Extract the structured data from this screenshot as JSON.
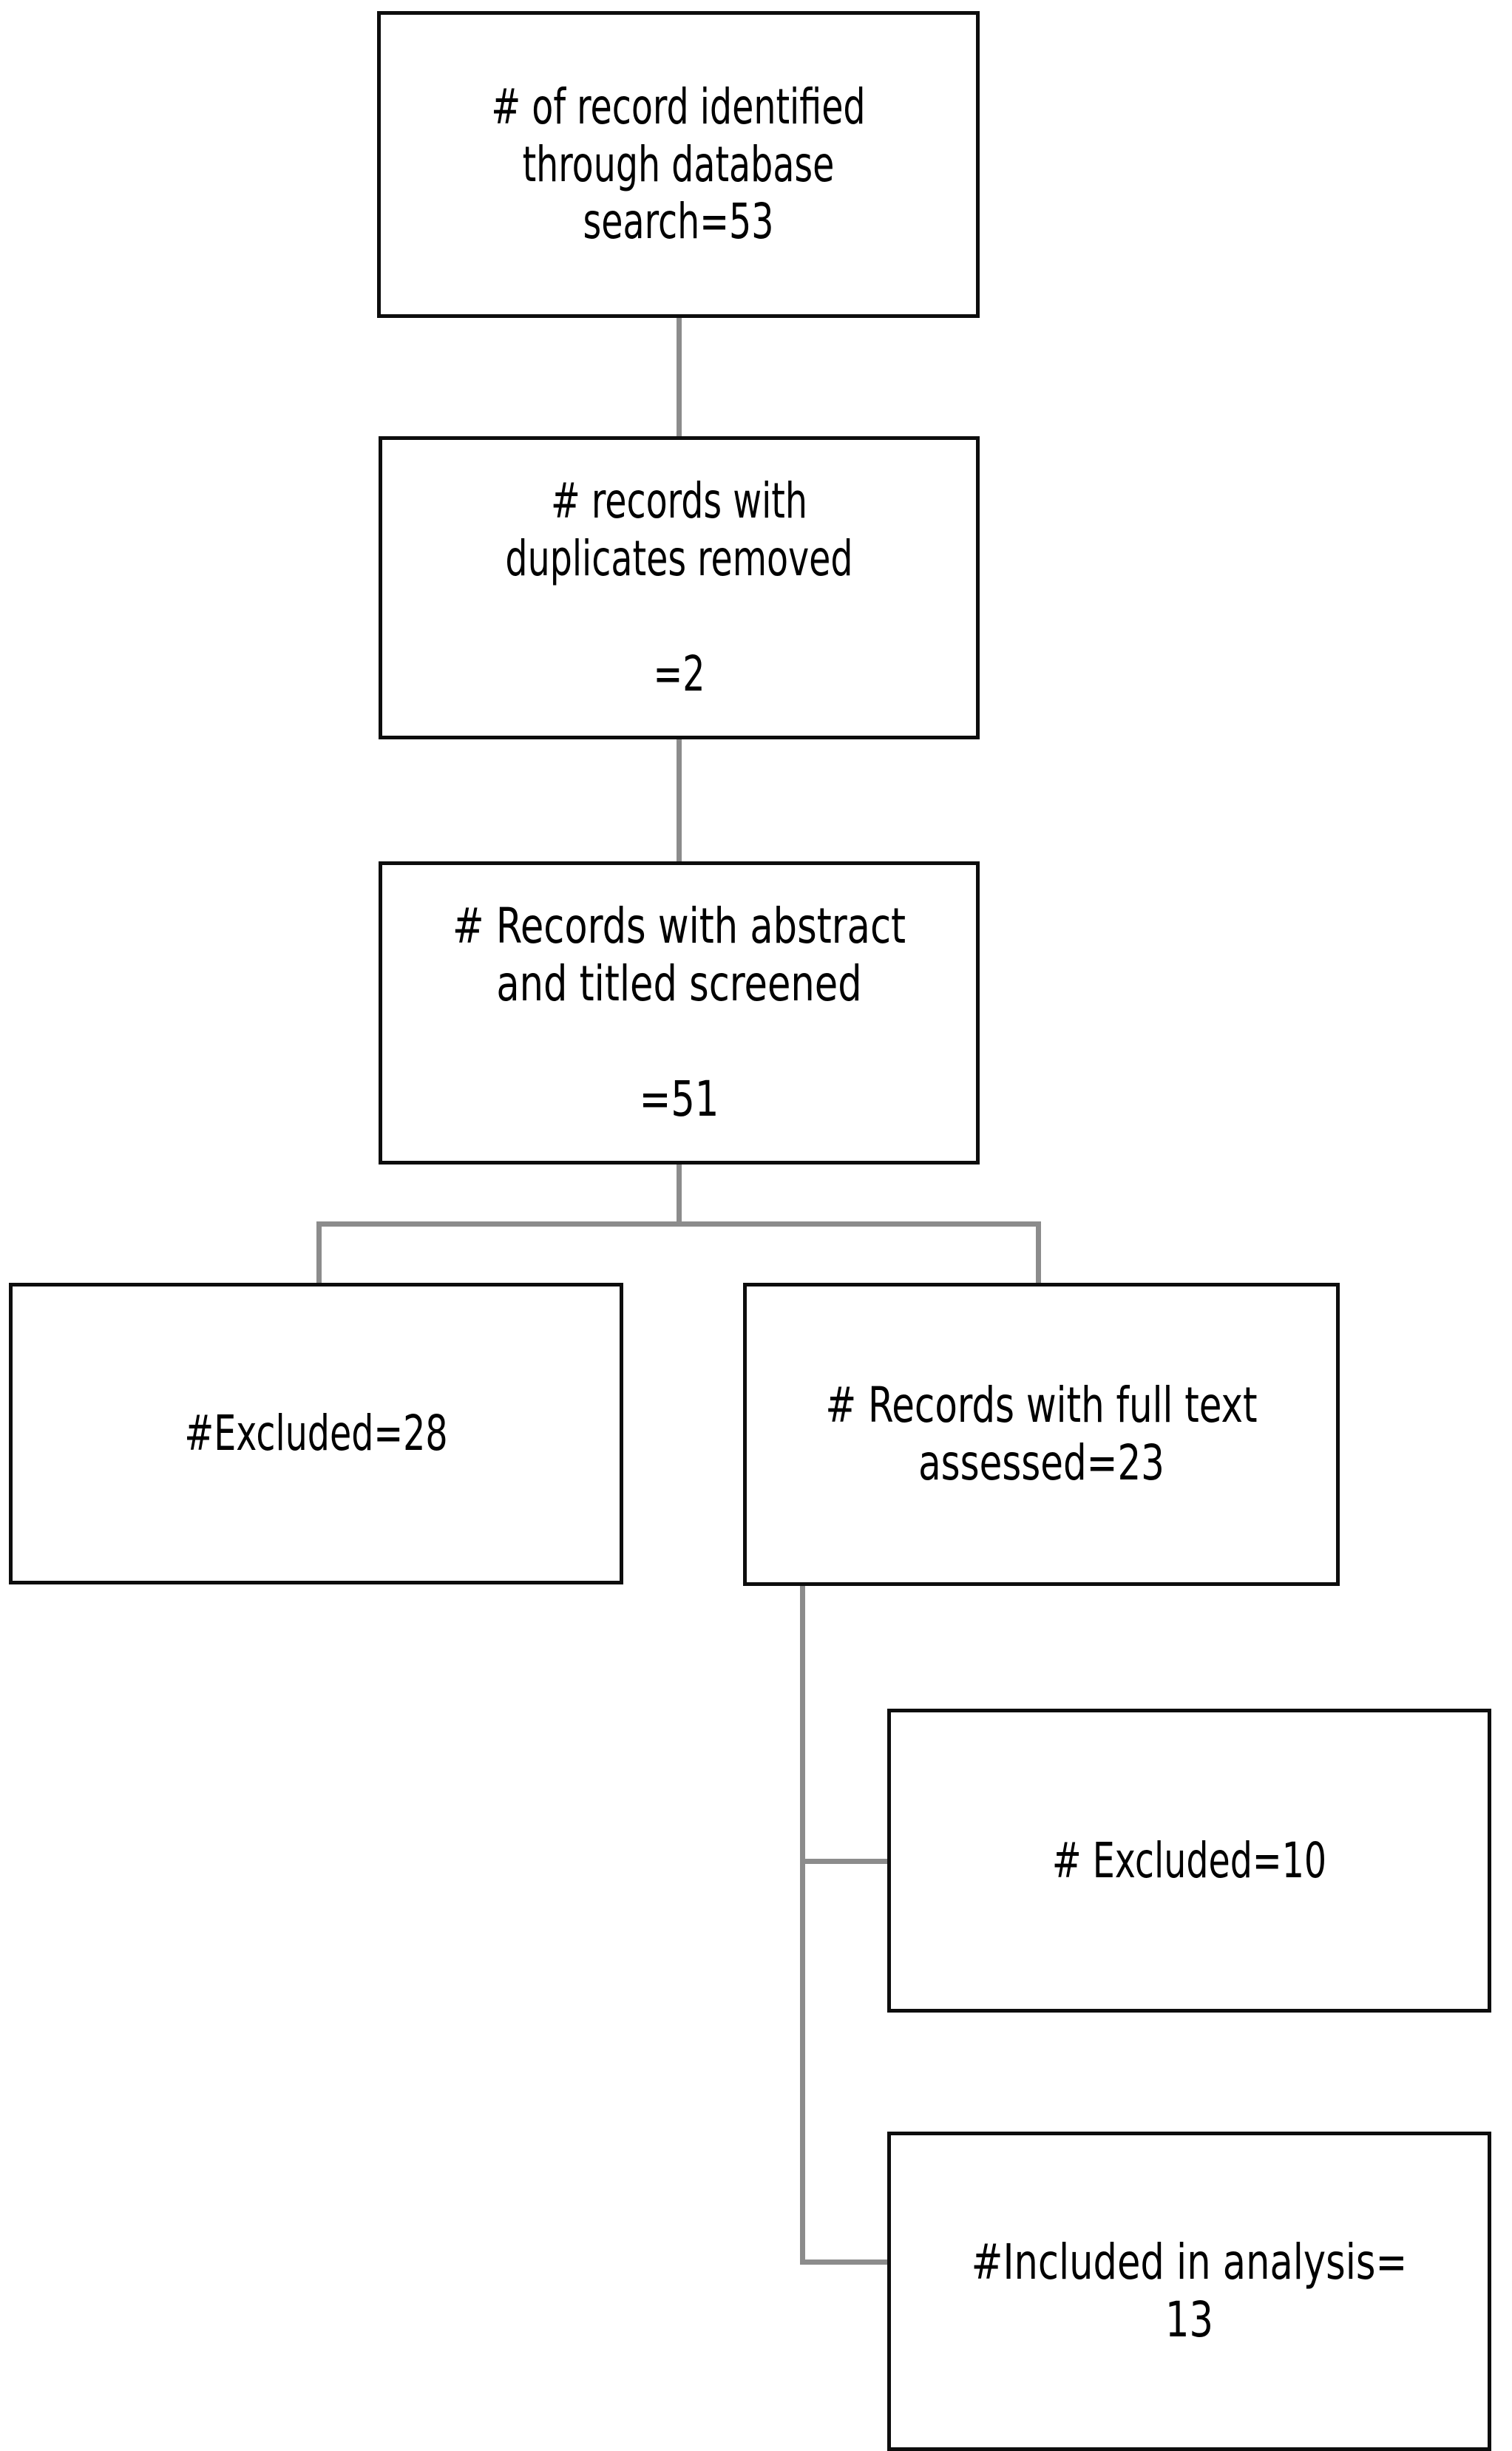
{
  "diagram": {
    "type": "prisma-flow-diagram",
    "title": "",
    "nodes": [
      {
        "id": "identified",
        "label": "# of record identified\nthrough database\nsearch=53",
        "count": 53,
        "stage": "identification"
      },
      {
        "id": "duplicates",
        "label": "# records with\nduplicates removed\n\n=2",
        "count": 2,
        "stage": "screening"
      },
      {
        "id": "screened",
        "label": "# Records with abstract\nand titled screened\n\n=51",
        "count": 51,
        "stage": "screening"
      },
      {
        "id": "excluded-28",
        "label": "#Excluded=28",
        "count": 28,
        "stage": "screening"
      },
      {
        "id": "fulltext",
        "label": "# Records with full text\nassessed=23",
        "count": 23,
        "stage": "eligibility"
      },
      {
        "id": "excluded-10",
        "label": "# Excluded=10",
        "count": 10,
        "stage": "eligibility"
      },
      {
        "id": "included",
        "label": "#Included in analysis=\n13",
        "count": 13,
        "stage": "included"
      }
    ],
    "edges": [
      {
        "from": "identified",
        "to": "duplicates"
      },
      {
        "from": "duplicates",
        "to": "screened"
      },
      {
        "from": "screened",
        "to": "excluded-28"
      },
      {
        "from": "screened",
        "to": "fulltext"
      },
      {
        "from": "fulltext",
        "to": "excluded-10"
      },
      {
        "from": "fulltext",
        "to": "included"
      }
    ],
    "colors": {
      "box_border": "#0d0d0d",
      "box_fill": "#ffffff",
      "connector": "#8c8c8c",
      "text": "#000000",
      "background": "#ffffff"
    }
  }
}
